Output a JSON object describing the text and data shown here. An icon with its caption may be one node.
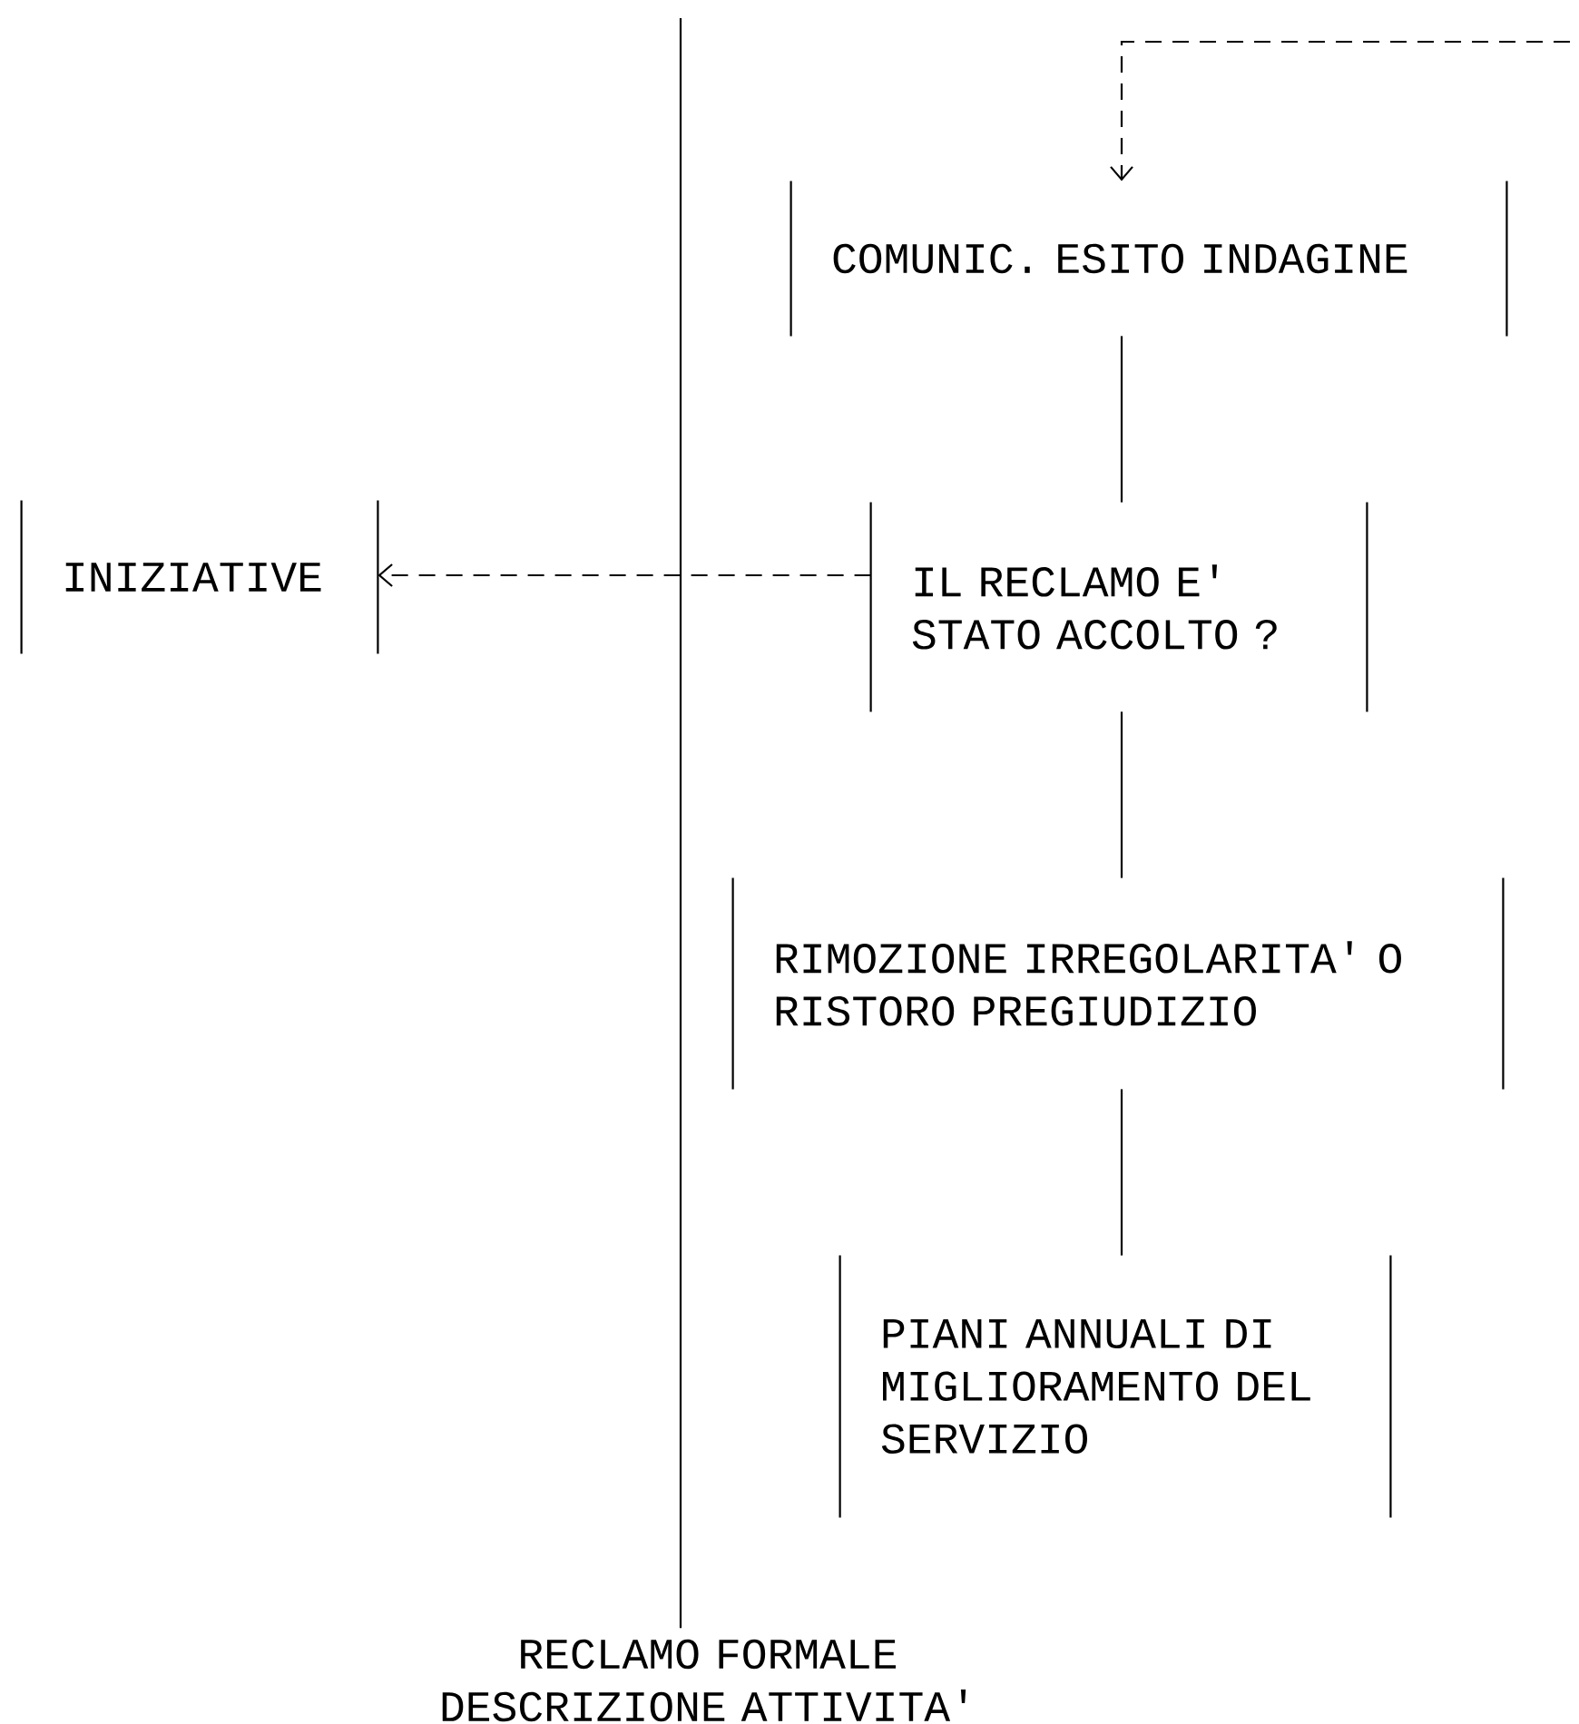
{
  "diagram": {
    "nodes": [
      {
        "text": [
          "COMUNIC. ESITO INDAGINE"
        ]
      },
      {
        "text": [
          "INIZIATIVE"
        ]
      },
      {
        "text": [
          "IL RECLAMO E' STATO ACCOLTO ?"
        ]
      },
      {
        "text": [
          "RIMOZIONE IRREGOLARITA' O RISTORO PREGIUDIZIO"
        ]
      },
      {
        "text": [
          "PIANI ANNUALI DI MIGLIORAMENTO DEL SERVIZIO"
        ]
      },
      {
        "text": [
          "RECLAMO FORMALE DESCRIZIONE ATTIVITA'"
        ]
      }
    ],
    "edges": [
      {
        "from": null,
        "to": 0,
        "arrow": "to",
        "style": "dashed"
      },
      {
        "from": 0,
        "to": 2,
        "arrow": "none"
      },
      {
        "from": 2,
        "to": 1,
        "arrow": "to",
        "style": "dashed"
      },
      {
        "from": 2,
        "to": 3,
        "arrow": "none"
      },
      {
        "from": 3,
        "to": 4,
        "arrow": "none"
      },
      {
        "from": null,
        "to": 5,
        "arrow": "none"
      }
    ]
  }
}
